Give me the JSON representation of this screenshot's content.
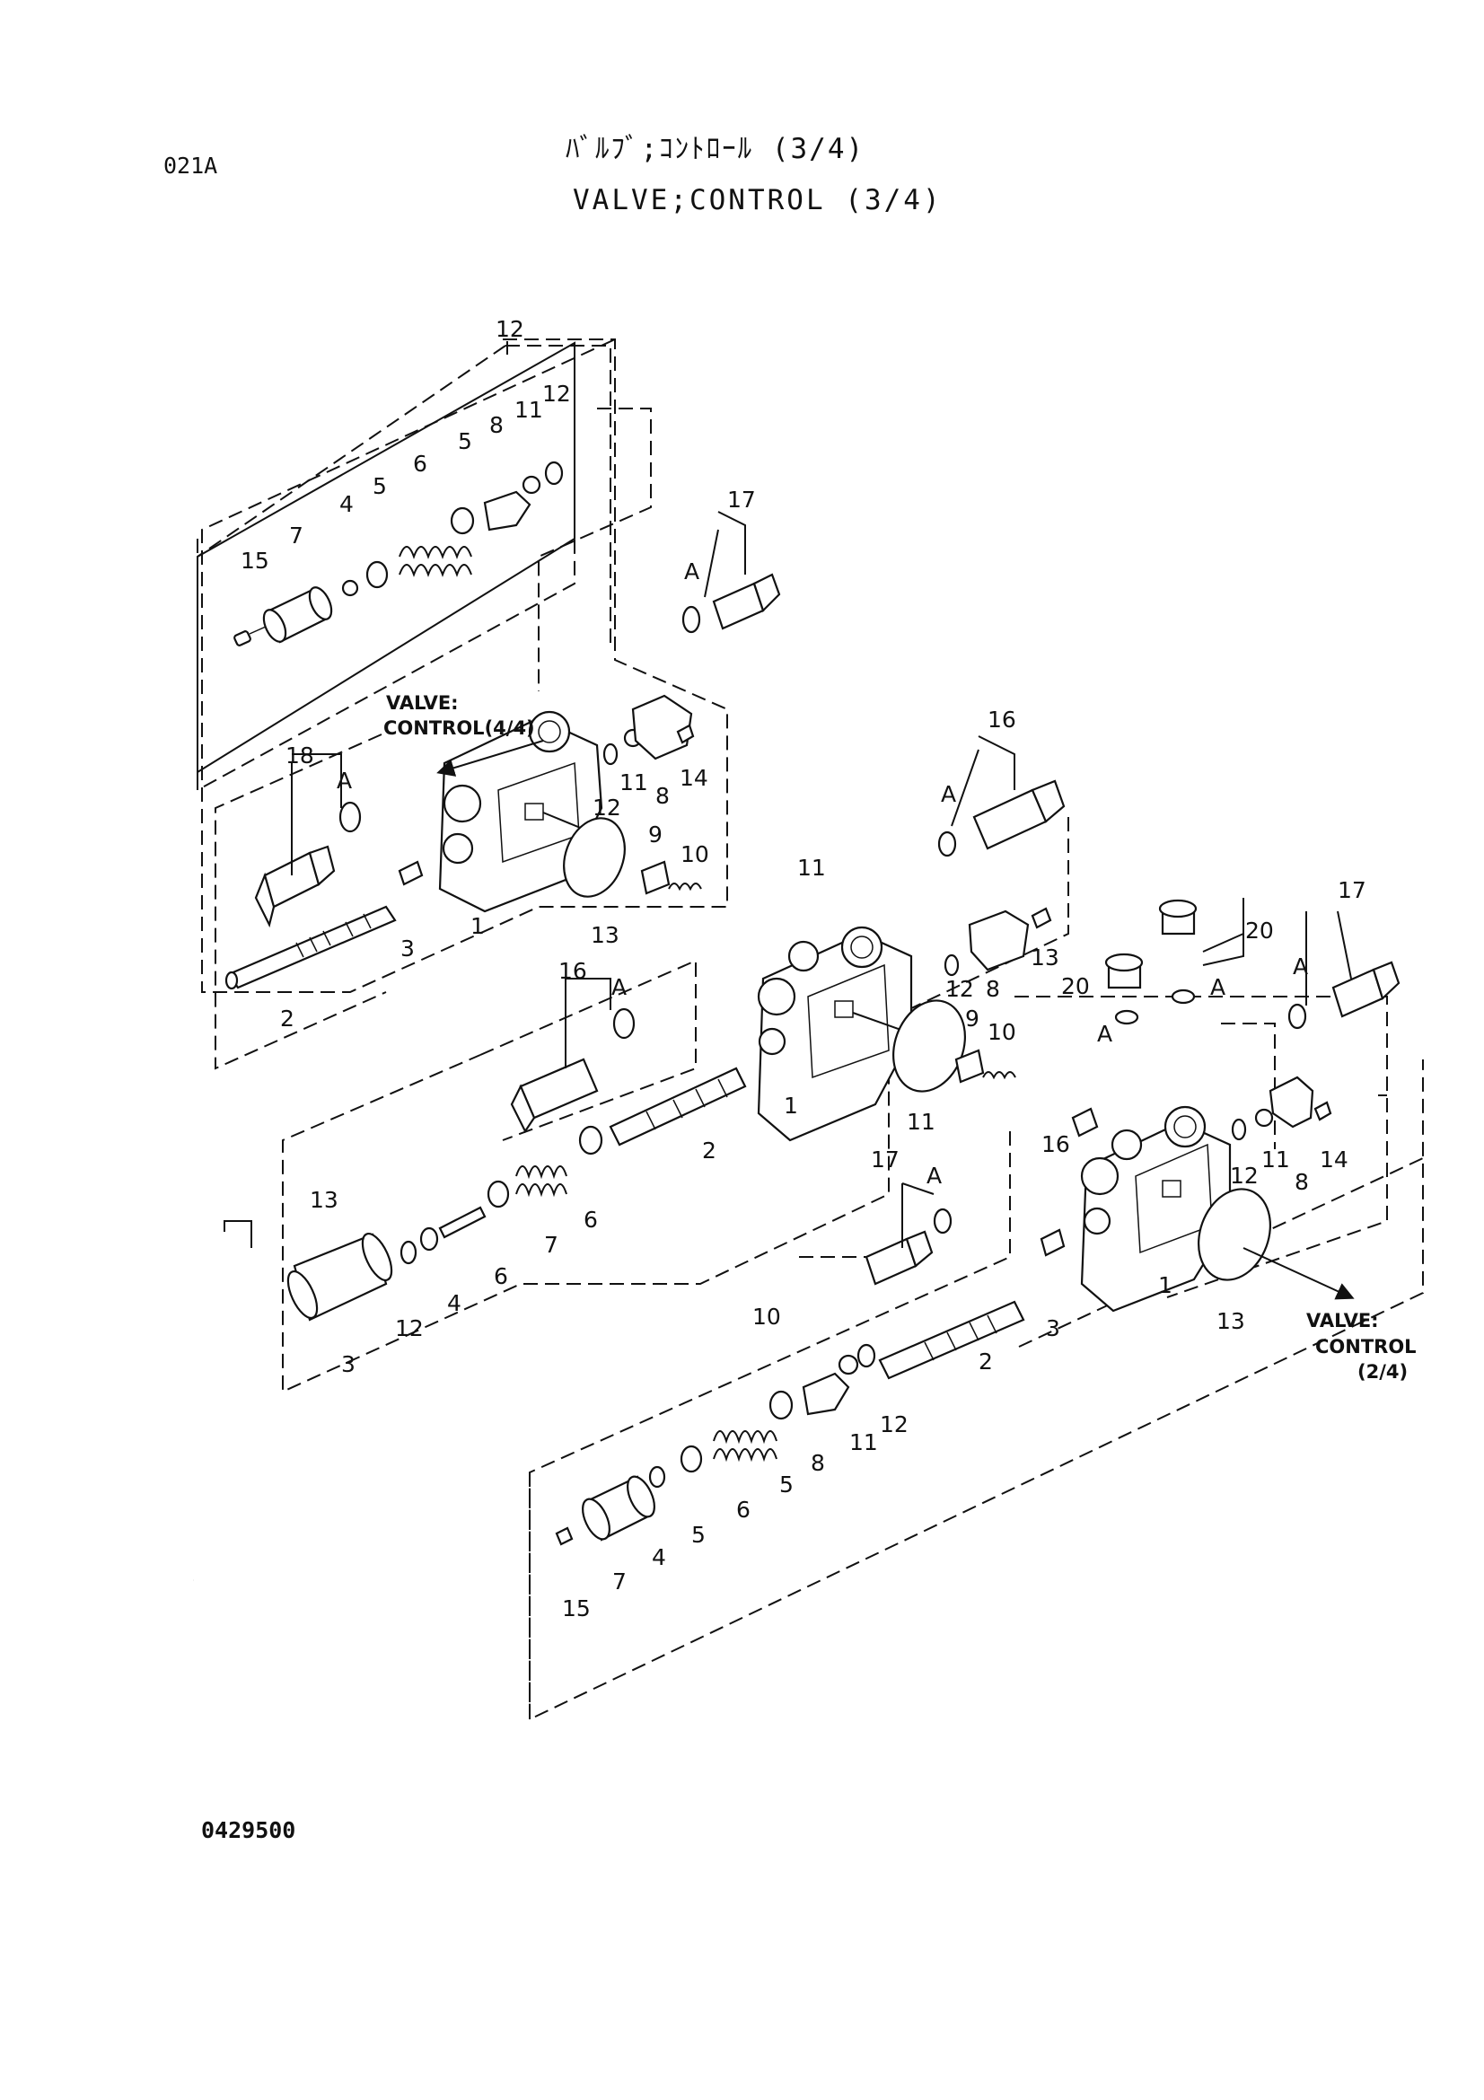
{
  "header": {
    "sheet_code": "021A",
    "title_jp": "ﾊﾞﾙﾌﾞ;ｺﾝﾄﾛｰﾙ (3/4)",
    "title_en": "VALVE;CONTROL (3/4)"
  },
  "footer": {
    "drawing_number": "0429500"
  },
  "cross_references": {
    "upper": [
      "VALVE:",
      "CONTROL(4/4)"
    ],
    "lower": [
      "VALVE:",
      "CONTROL",
      "(2/4)"
    ]
  },
  "callouts": {
    "group_top": "12",
    "top_15": "15",
    "top_7": "7",
    "top_4": "4",
    "top_5a": "5",
    "top_6": "6",
    "top_5b": "5",
    "top_8": "8",
    "top_11": "11",
    "top_12": "12",
    "a17_num": "17",
    "a17_a": "A",
    "s1_18": "18",
    "s1_a": "A",
    "s1_1": "1",
    "s1_2": "2",
    "s1_3": "3",
    "s1_12": "12",
    "s1_13": "13",
    "s1_9": "9",
    "s1_10": "10",
    "s1_11": "11",
    "s1_8": "8",
    "s1_14": "14",
    "b16_num": "16",
    "b16_a": "A",
    "group_mid": "11",
    "s2_16": "16",
    "s2_a": "A",
    "s2_1": "1",
    "s2_2": "2",
    "s2_11": "11",
    "s2_9": "9",
    "s2_10": "10",
    "s2_12": "12",
    "s2_8": "8",
    "s2_13": "13",
    "mid_13": "13",
    "mid_3": "3",
    "mid_12": "12",
    "mid_4": "4",
    "mid_6a": "6",
    "mid_7": "7",
    "mid_6b": "6",
    "p20a": "20",
    "p20a_a": "A",
    "p20b": "20",
    "p20b_a": "A",
    "c17_num": "17",
    "c17_a": "A",
    "s3_16": "16",
    "s3_1": "1",
    "s3_13": "13",
    "s3_3": "3",
    "s3_2": "2",
    "s3_12": "12",
    "s3_11": "11",
    "s3_8": "8",
    "s3_14": "14",
    "l17_num": "17",
    "l17_a": "A",
    "group_low": "10",
    "low_15": "15",
    "low_7": "7",
    "low_4": "4",
    "low_5a": "5",
    "low_6": "6",
    "low_5b": "5",
    "low_8": "8",
    "low_11": "11",
    "low_12": "12"
  },
  "icons": [
    "valve-body",
    "spool",
    "spring",
    "o-ring",
    "relief-valve",
    "plug",
    "screw"
  ]
}
